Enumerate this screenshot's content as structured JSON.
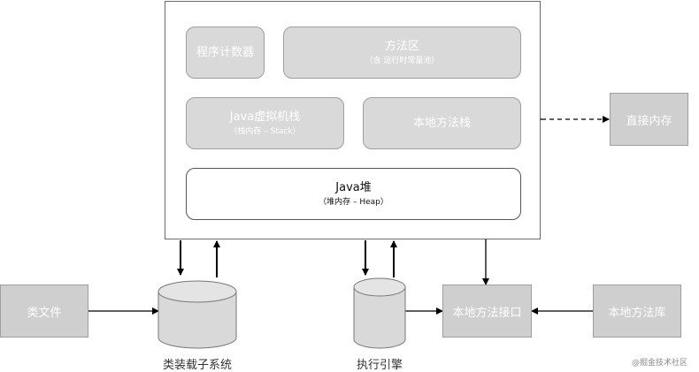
{
  "program_counter": "程序计数器",
  "method_area": {
    "title": "方法区",
    "subtitle": "（含 运行时常量池）"
  },
  "java_vm_stack": {
    "title": "Java虚拟机栈",
    "subtitle": "（栈内存 – Stack）"
  },
  "native_method_stack": "本地方法栈",
  "heap": {
    "title": "Java堆",
    "subtitle": "（堆内存 – Heap）"
  },
  "direct_memory": "直接内存",
  "class_file": "类文件",
  "class_loader": "类装载子系统",
  "execution_engine": "执行引擎",
  "native_interface": "本地方法接口",
  "native_library": "本地方法库",
  "watermark": "@掘金技术社区"
}
